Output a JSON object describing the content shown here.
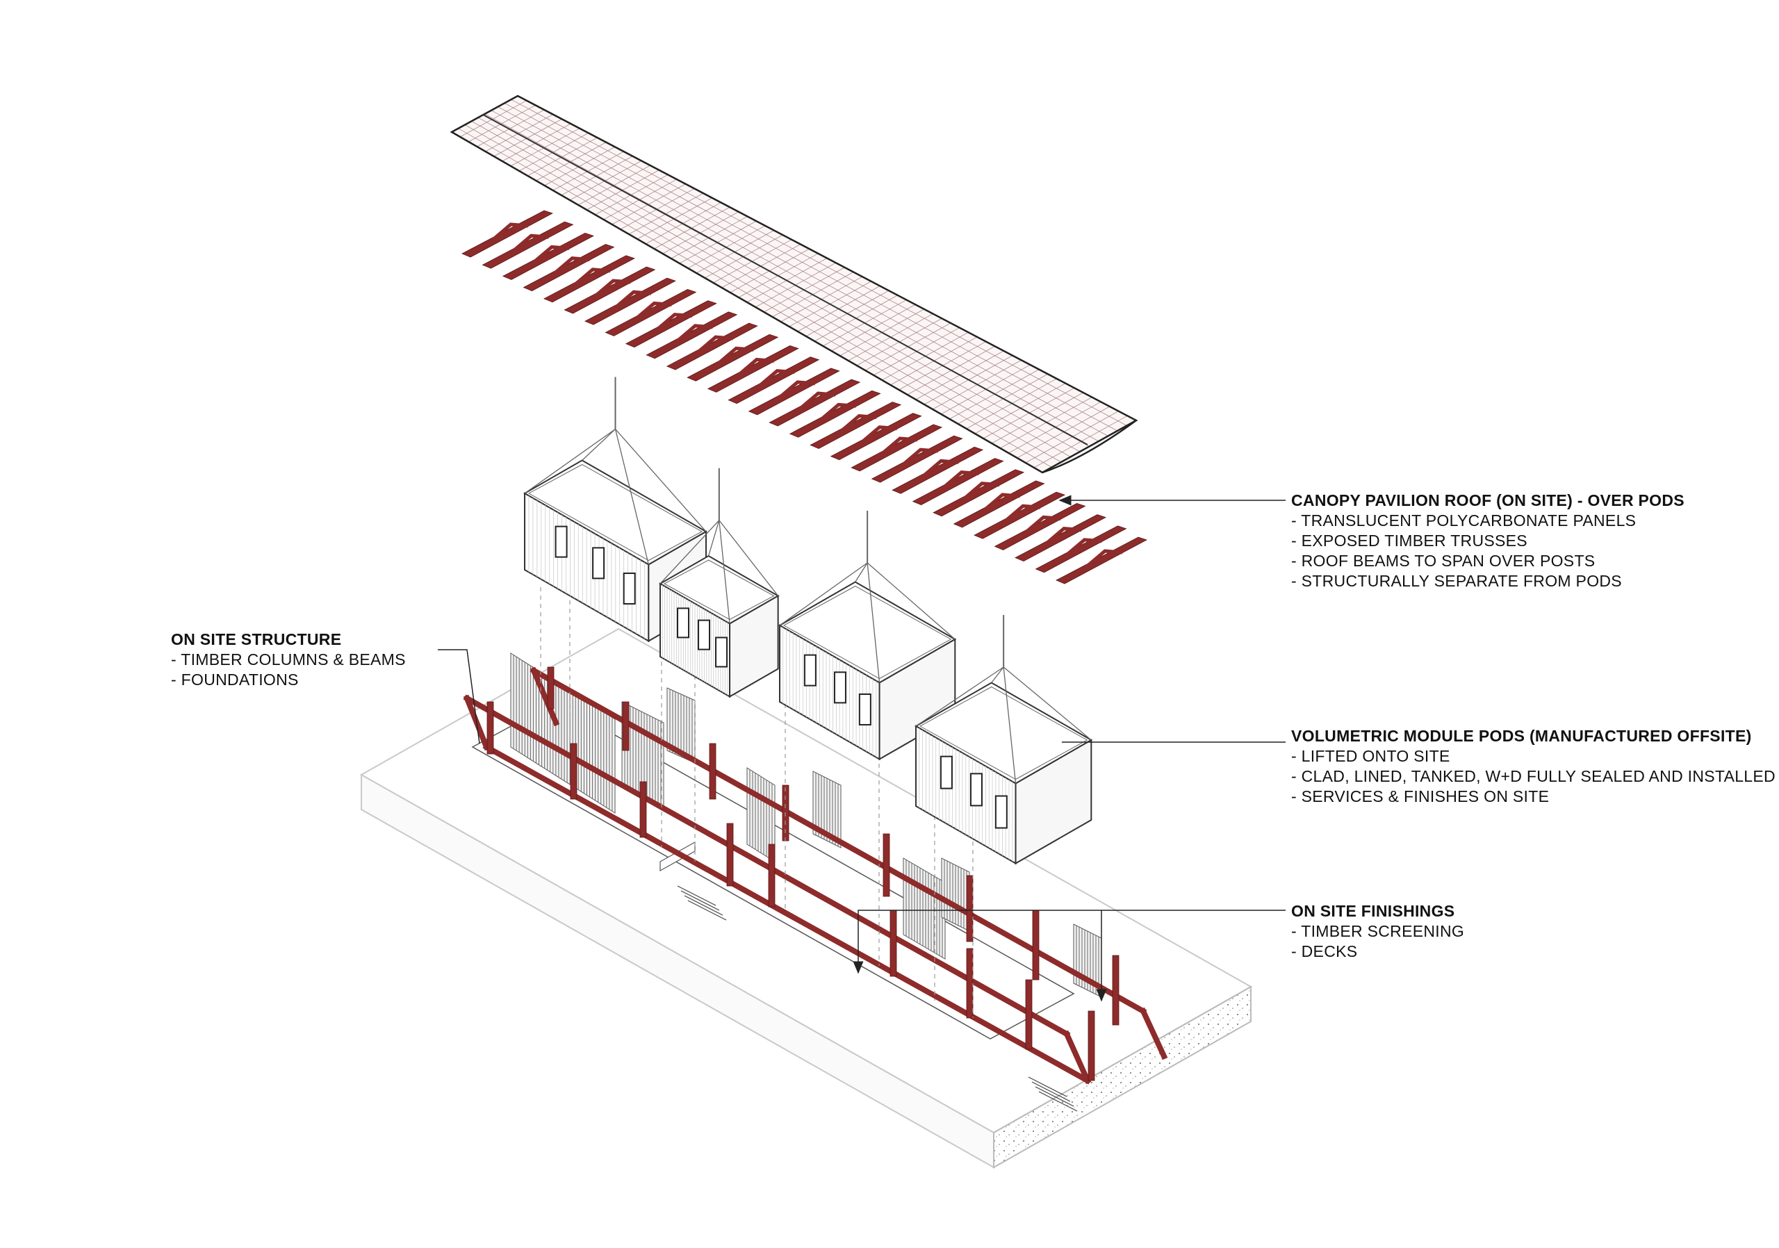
{
  "colors": {
    "timber": "#8e2b2b",
    "line": "#333333",
    "light_line": "#9a9a9a",
    "background": "#ffffff"
  },
  "labels": {
    "roof": {
      "title": "CANOPY PAVILION ROOF (ON SITE) - OVER PODS",
      "items": [
        "- TRANSLUCENT POLYCARBONATE PANELS",
        "- EXPOSED TIMBER TRUSSES",
        "- ROOF BEAMS TO SPAN OVER POSTS",
        "- STRUCTURALLY SEPARATE FROM PODS"
      ]
    },
    "structure": {
      "title": "ON SITE STRUCTURE",
      "items": [
        "- TIMBER COLUMNS & BEAMS",
        "- FOUNDATIONS"
      ]
    },
    "pods": {
      "title": "VOLUMETRIC MODULE PODS (MANUFACTURED OFFSITE)",
      "items": [
        "- LIFTED ONTO SITE",
        "- CLAD, LINED, TANKED, W+D FULLY SEALED AND INSTALLED",
        "- SERVICES & FINISHES ON SITE"
      ]
    },
    "finishings": {
      "title": "ON SITE FINISHINGS",
      "items": [
        "- TIMBER SCREENING",
        "- DECKS"
      ]
    }
  }
}
